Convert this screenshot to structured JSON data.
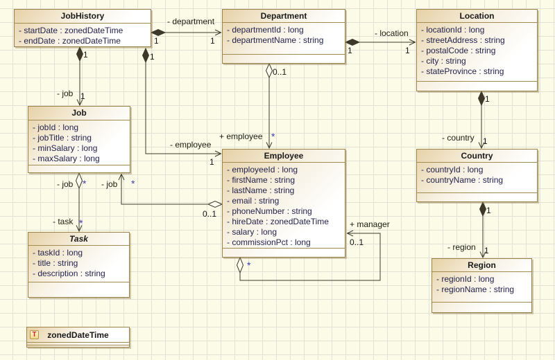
{
  "entities": {
    "jobHistory": {
      "name": "JobHistory",
      "attributes": [
        "- startDate : zonedDateTime",
        "- endDate : zonedDateTime"
      ]
    },
    "department": {
      "name": "Department",
      "attributes": [
        "- departmentId : long",
        "- departmentName : string"
      ]
    },
    "location": {
      "name": "Location",
      "attributes": [
        "- locationId : long",
        "- streetAddress : string",
        "- postalCode : string",
        "- city : string",
        "- stateProvince : string"
      ]
    },
    "job": {
      "name": "Job",
      "attributes": [
        "- jobId : long",
        "- jobTitle : string",
        "- minSalary : long",
        "- maxSalary : long"
      ]
    },
    "employee": {
      "name": "Employee",
      "attributes": [
        "- employeeId : long",
        "- firstName : string",
        "- lastName : string",
        "- email : string",
        "- phoneNumber : string",
        "- hireDate : zonedDateTime",
        "- salary : long",
        "- commissionPct : long"
      ]
    },
    "country": {
      "name": "Country",
      "attributes": [
        "- countryId : long",
        "- countryName : string"
      ]
    },
    "task": {
      "name": "Task",
      "attributes": [
        "- taskId : long",
        "- title : string",
        "- description : string"
      ]
    },
    "region": {
      "name": "Region",
      "attributes": [
        "- regionId : long",
        "- regionName : string"
      ]
    },
    "zonedDateTime": {
      "name": "zonedDateTime",
      "icon_letter": "T"
    }
  },
  "relationships": {
    "jobHistory_department": {
      "label": "- department",
      "source_mult": "1",
      "target_mult": "1"
    },
    "department_location": {
      "label": "- location",
      "source_mult": "1",
      "target_mult": "1"
    },
    "jobHistory_job": {
      "label": "- job",
      "source_mult": "1",
      "target_mult": "1"
    },
    "jobHistory_employee": {
      "label": "- employee",
      "source_mult": "1",
      "target_mult": "1"
    },
    "department_employee": {
      "label": "+ employee",
      "source_mult": "0..1",
      "target_mult": "*"
    },
    "employee_job": {
      "label": "- job",
      "source_mult": "0..1",
      "target_mult": "*"
    },
    "job_task": {
      "source_label": "- job",
      "source_mult": "*",
      "target_label": "- task",
      "target_mult": "*"
    },
    "employee_manager": {
      "label": "+ manager",
      "source_mult": "*",
      "target_mult": "0..1"
    },
    "location_country": {
      "label": "- country",
      "source_mult": "1",
      "target_mult": "1"
    },
    "country_region": {
      "label": "- region",
      "source_mult": "1",
      "target_mult": "1"
    }
  },
  "colors": {
    "canvas_background": "#fbfbe8",
    "grid_line": "#e1e1d6",
    "box_fill_start": "#e7d1a6",
    "box_fill_end": "#ffffff",
    "box_border": "#9b8348",
    "attribute_text": "#23234e",
    "edge_line": "#3d382a",
    "multiplicity_star": "#3a3ab8",
    "type_icon_letter": "#cc2222"
  }
}
